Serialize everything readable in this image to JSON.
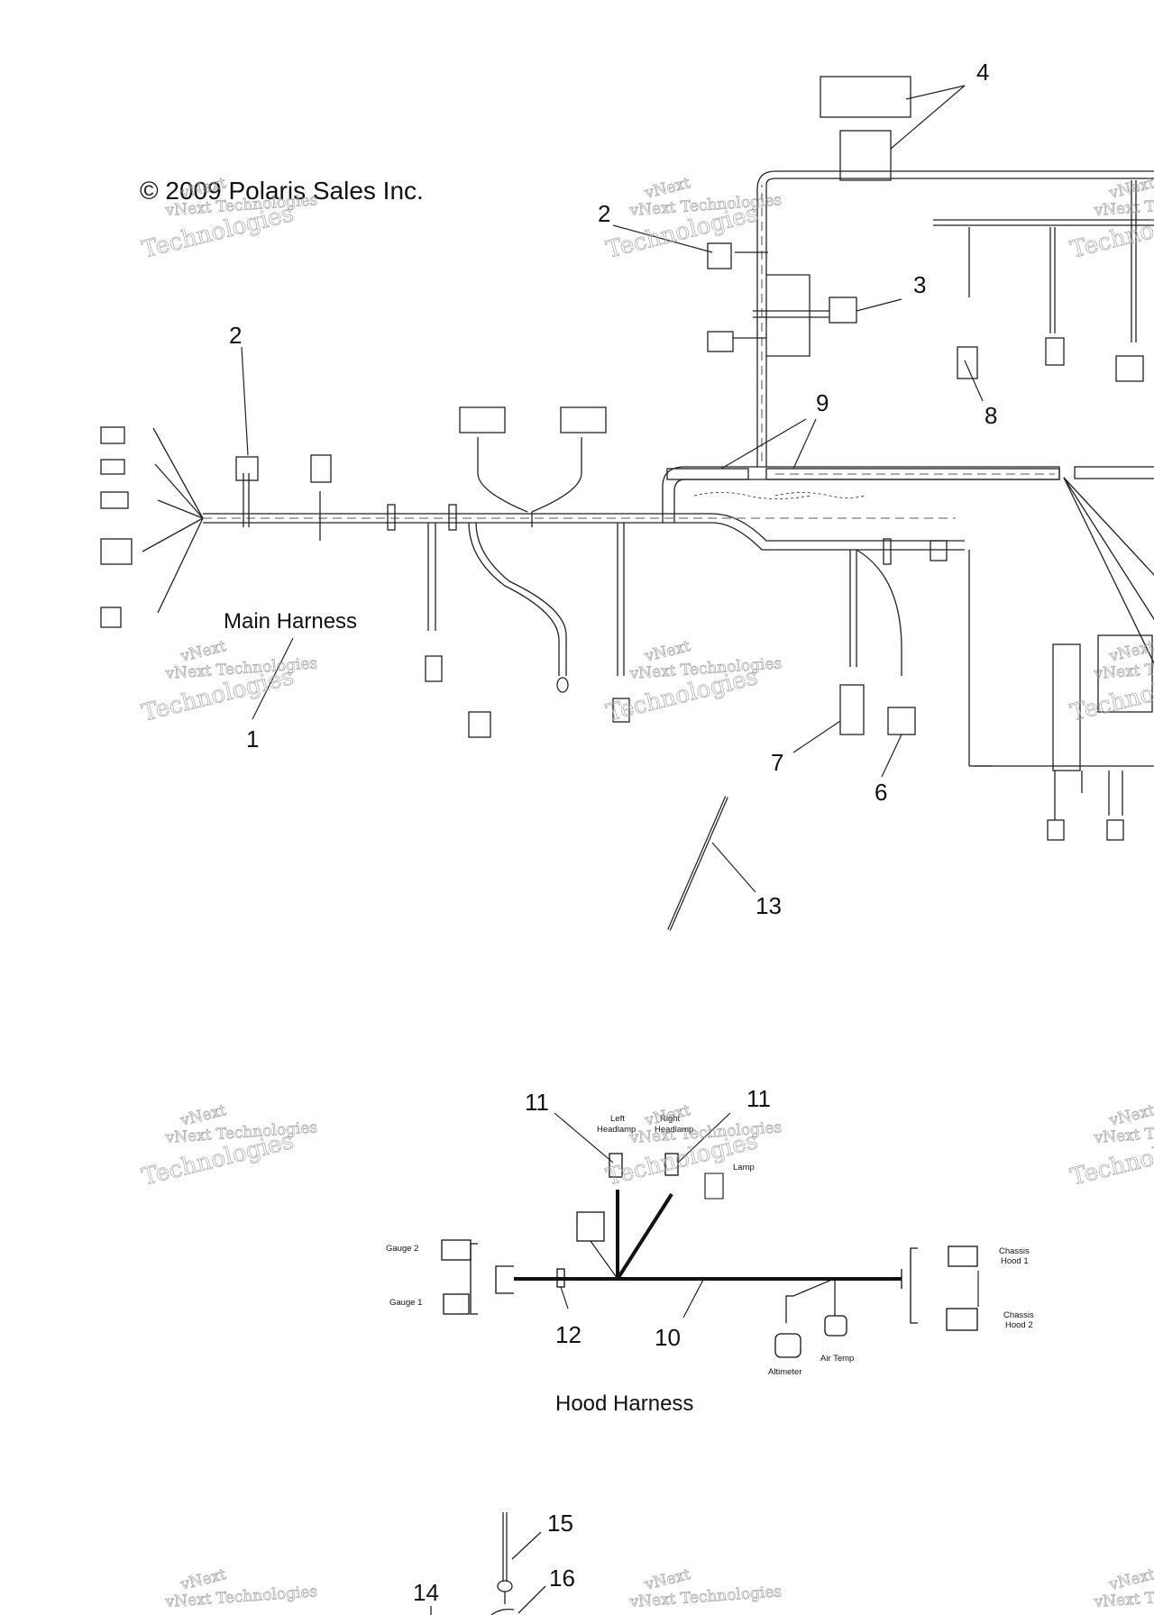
{
  "copyright": "© 2009 Polaris Sales Inc.",
  "watermark": {
    "line1": "vNext",
    "line2": "vNext Technologies",
    "line3": "Technologies"
  },
  "sections": {
    "main_harness": "Main Harness",
    "hood_harness": "Hood Harness"
  },
  "callouts": {
    "c1": "1",
    "c2a": "2",
    "c2b": "2",
    "c3": "3",
    "c4": "4",
    "c6": "6",
    "c7": "7",
    "c8": "8",
    "c9": "9",
    "c10": "10",
    "c11a": "11",
    "c11b": "11",
    "c12": "12",
    "c13": "13",
    "c14": "14",
    "c15": "15",
    "c16": "16"
  },
  "hood_labels": {
    "left_headlamp_1": "Left",
    "left_headlamp_2": "Headlamp",
    "right_headlamp_1": "Right",
    "right_headlamp_2": "Headlamp",
    "lamp": "Lamp",
    "gauge_2": "Gauge 2",
    "gauge_1": "Gauge 1",
    "chassis_hood_1a": "Chassis",
    "chassis_hood_1b": "Hood 1",
    "chassis_hood_2a": "Chassis",
    "chassis_hood_2b": "Hood 2",
    "altimeter": "Altimeter",
    "air_temp": "Air Temp"
  }
}
